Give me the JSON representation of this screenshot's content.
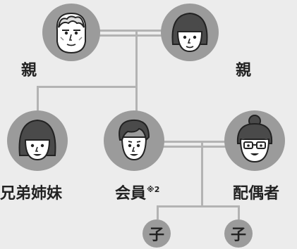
{
  "nodes": {
    "parent_left": {
      "label": "親"
    },
    "parent_right": {
      "label": "親"
    },
    "sibling": {
      "label": "兄弟姉妹"
    },
    "member": {
      "label": "会員",
      "note": "※2"
    },
    "spouse": {
      "label": "配偶者"
    },
    "child_left": {
      "label": "子"
    },
    "child_right": {
      "label": "子"
    }
  },
  "colors": {
    "background": "#ececec",
    "circle": "#9b9b9b",
    "line": "#b3b3b3",
    "face": "#ffffff",
    "ink": "#222222"
  }
}
